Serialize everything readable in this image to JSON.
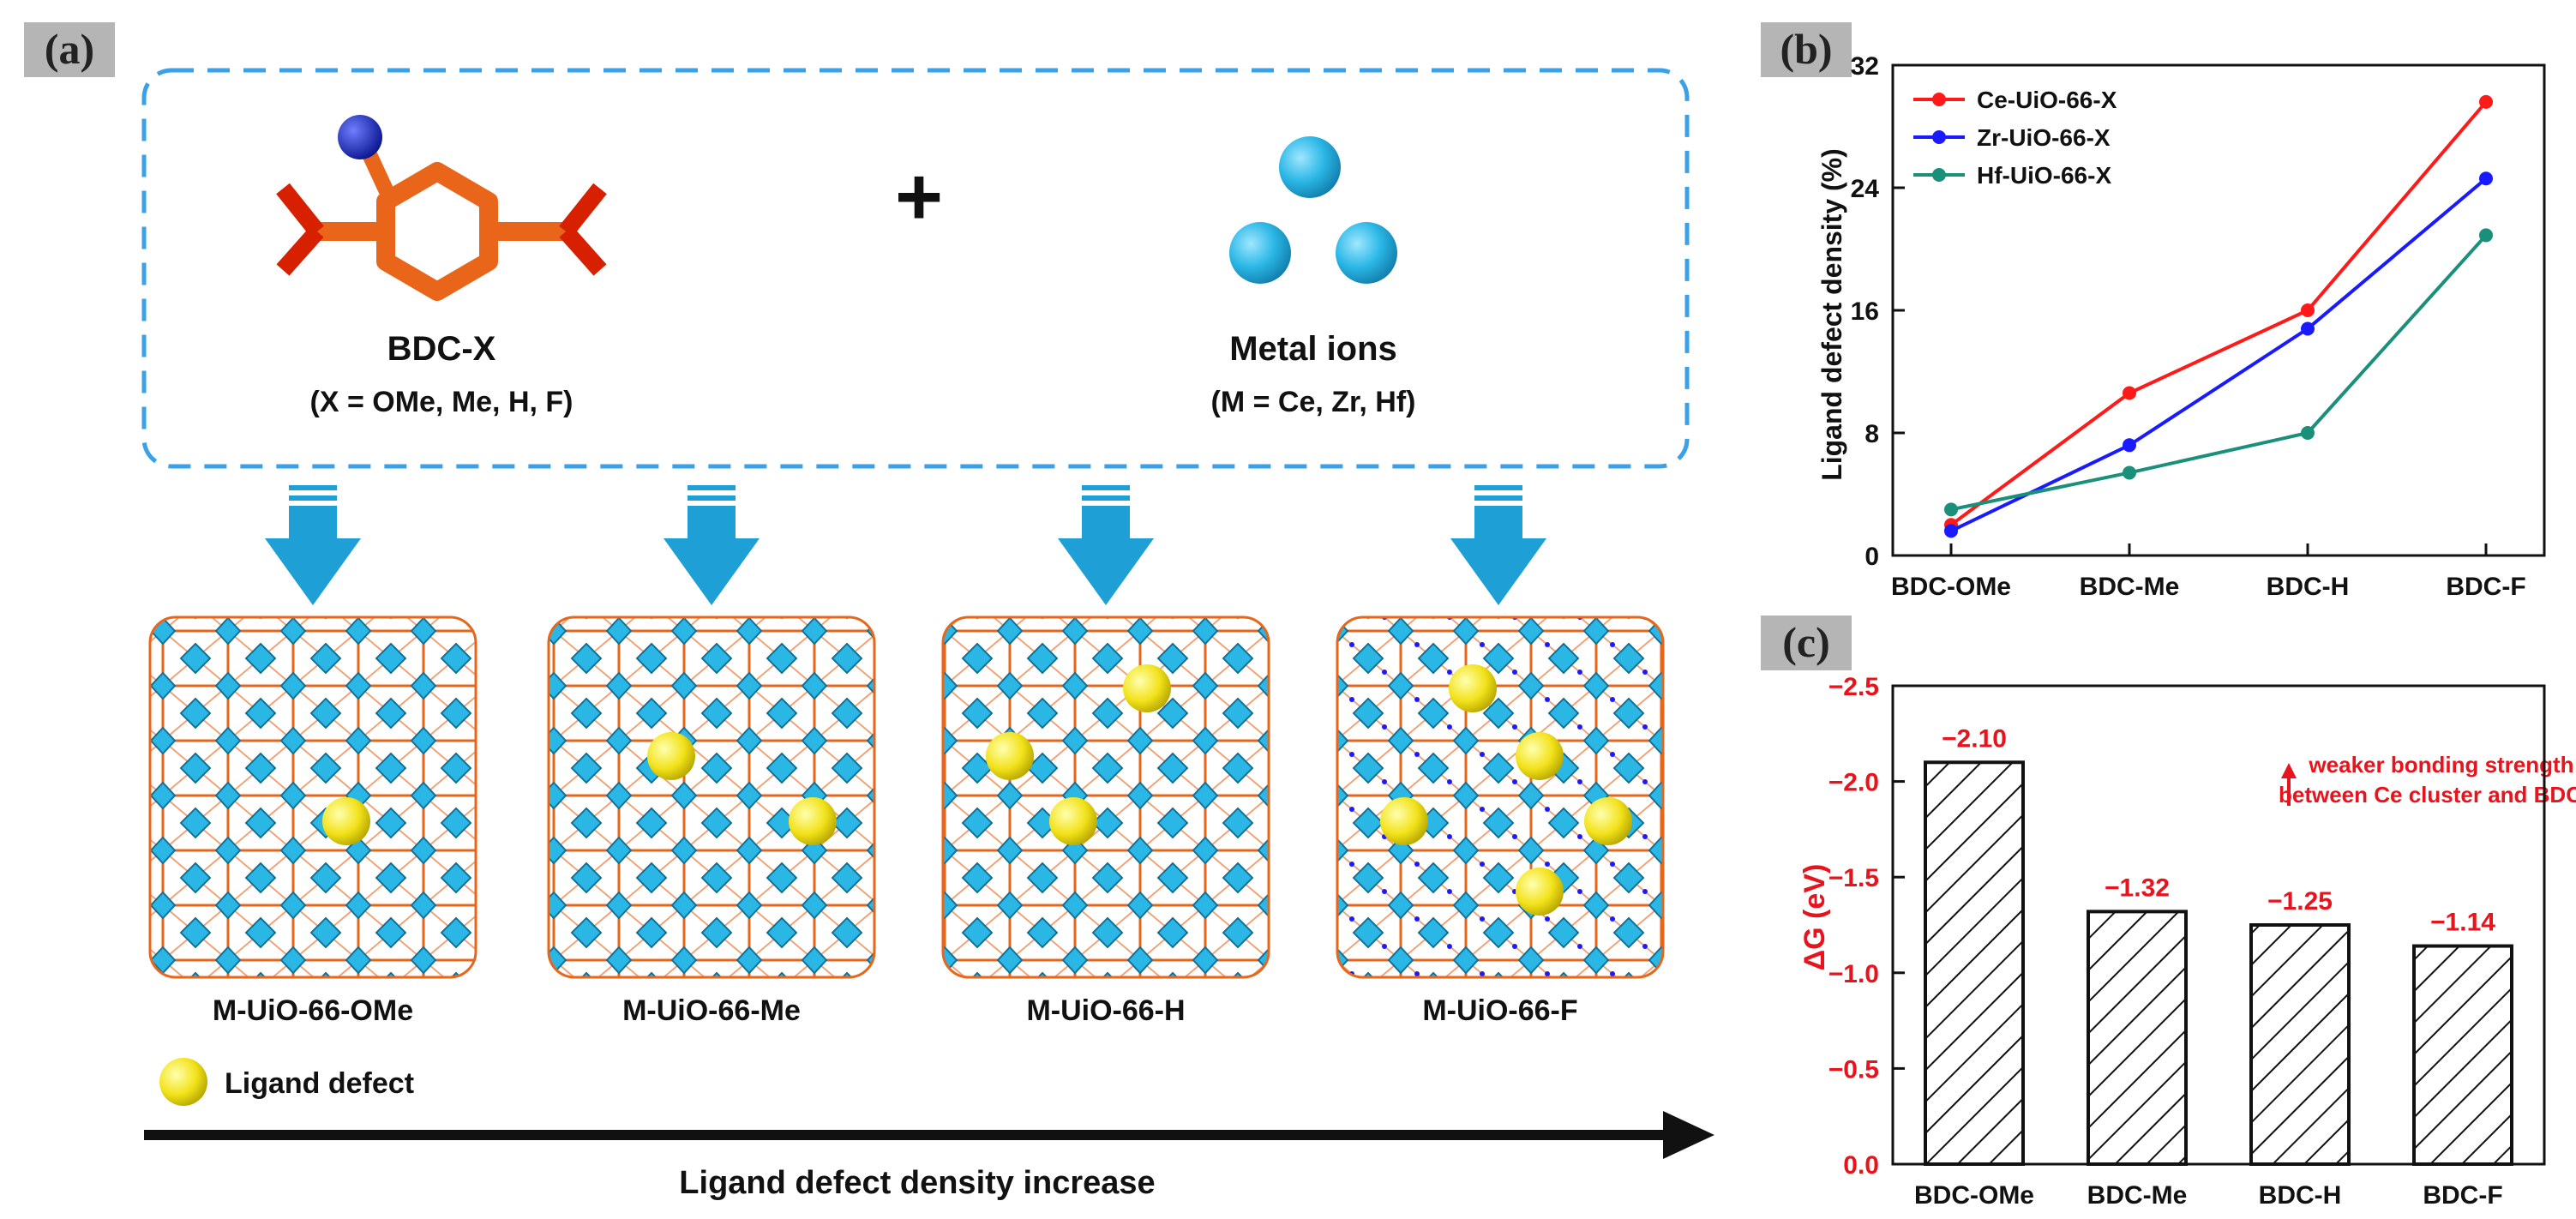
{
  "panel_a": {
    "label": "(a)",
    "ligand_name": "BDC-X",
    "ligand_sub": "(X = OMe, Me, H, F)",
    "plus": "+",
    "metal_name": "Metal ions",
    "metal_sub": "(M = Ce, Zr, Hf)",
    "frameworks": [
      "M-UiO-66-OMe",
      "M-UiO-66-Me",
      "M-UiO-66-H",
      "M-UiO-66-F"
    ],
    "legend": "Ligand defect",
    "arrow_label": "Ligand defect density increase",
    "colors": {
      "metal": "#2bb7e6",
      "linker": "#e8651a",
      "defect": "#f2e21a",
      "frame_border": "#3aa0e8",
      "arrow": "#1e9fd6"
    }
  },
  "chart_data": [
    {
      "panel": "(b)",
      "type": "line",
      "categories": [
        "BDC-OMe",
        "BDC-Me",
        "BDC-H",
        "BDC-F"
      ],
      "ylabel": "Ligand defect density (%)",
      "ylim": [
        0,
        32
      ],
      "yticks": [
        0,
        8,
        16,
        24,
        32
      ],
      "legend_position": "top-left",
      "series": [
        {
          "name": "Ce-UiO-66-X",
          "color": "#ff1a1a",
          "values": [
            2.0,
            10.6,
            16.0,
            29.6
          ]
        },
        {
          "name": "Zr-UiO-66-X",
          "color": "#1a1aff",
          "values": [
            1.6,
            7.2,
            14.8,
            24.6
          ]
        },
        {
          "name": "Hf-UiO-66-X",
          "color": "#1a8f7a",
          "values": [
            3.0,
            5.4,
            8.0,
            20.9
          ]
        }
      ]
    },
    {
      "panel": "(c)",
      "type": "bar",
      "categories": [
        "BDC-OMe",
        "BDC-Me",
        "BDC-H",
        "BDC-F"
      ],
      "values": [
        -2.1,
        -1.32,
        -1.25,
        -1.14
      ],
      "data_labels": [
        "−2.10",
        "−1.32",
        "−1.25",
        "−1.14"
      ],
      "ylabel": "ΔG (eV)",
      "ylim": [
        0.0,
        -2.5
      ],
      "yticks": [
        0.0,
        -0.5,
        -1.0,
        -1.5,
        -2.0,
        -2.5
      ],
      "ytick_labels": [
        "0.0",
        "−0.5",
        "−1.0",
        "−1.5",
        "−2.0",
        "−2.5"
      ],
      "annotation": [
        "weaker bonding strength",
        "between Ce cluster and BDC-X"
      ],
      "bar_pattern": "hatched",
      "label_color": "#e8141d"
    }
  ]
}
